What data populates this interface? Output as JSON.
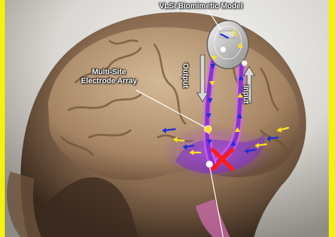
{
  "labels": {
    "vlsi": "VLSI Biomimetic Model",
    "electrode_line1": "Multi-Site",
    "electrode_line2": "Electrode Array",
    "output": "Output",
    "input": "Input"
  },
  "colors": {
    "yellow_bar": "#f5f20a",
    "skin": "#8a6e52",
    "brain": "#b89a7a",
    "pathway": "#7d2fd0",
    "glow": "#e060ff",
    "arrow_blue": "#1e2fd8",
    "arrow_yellow": "#ffe21a",
    "lesion_x": "#ff1a1a",
    "device": "#c8c8c8"
  },
  "icons": {
    "lesion": "red-x-icon",
    "device": "chip-device-icon"
  }
}
